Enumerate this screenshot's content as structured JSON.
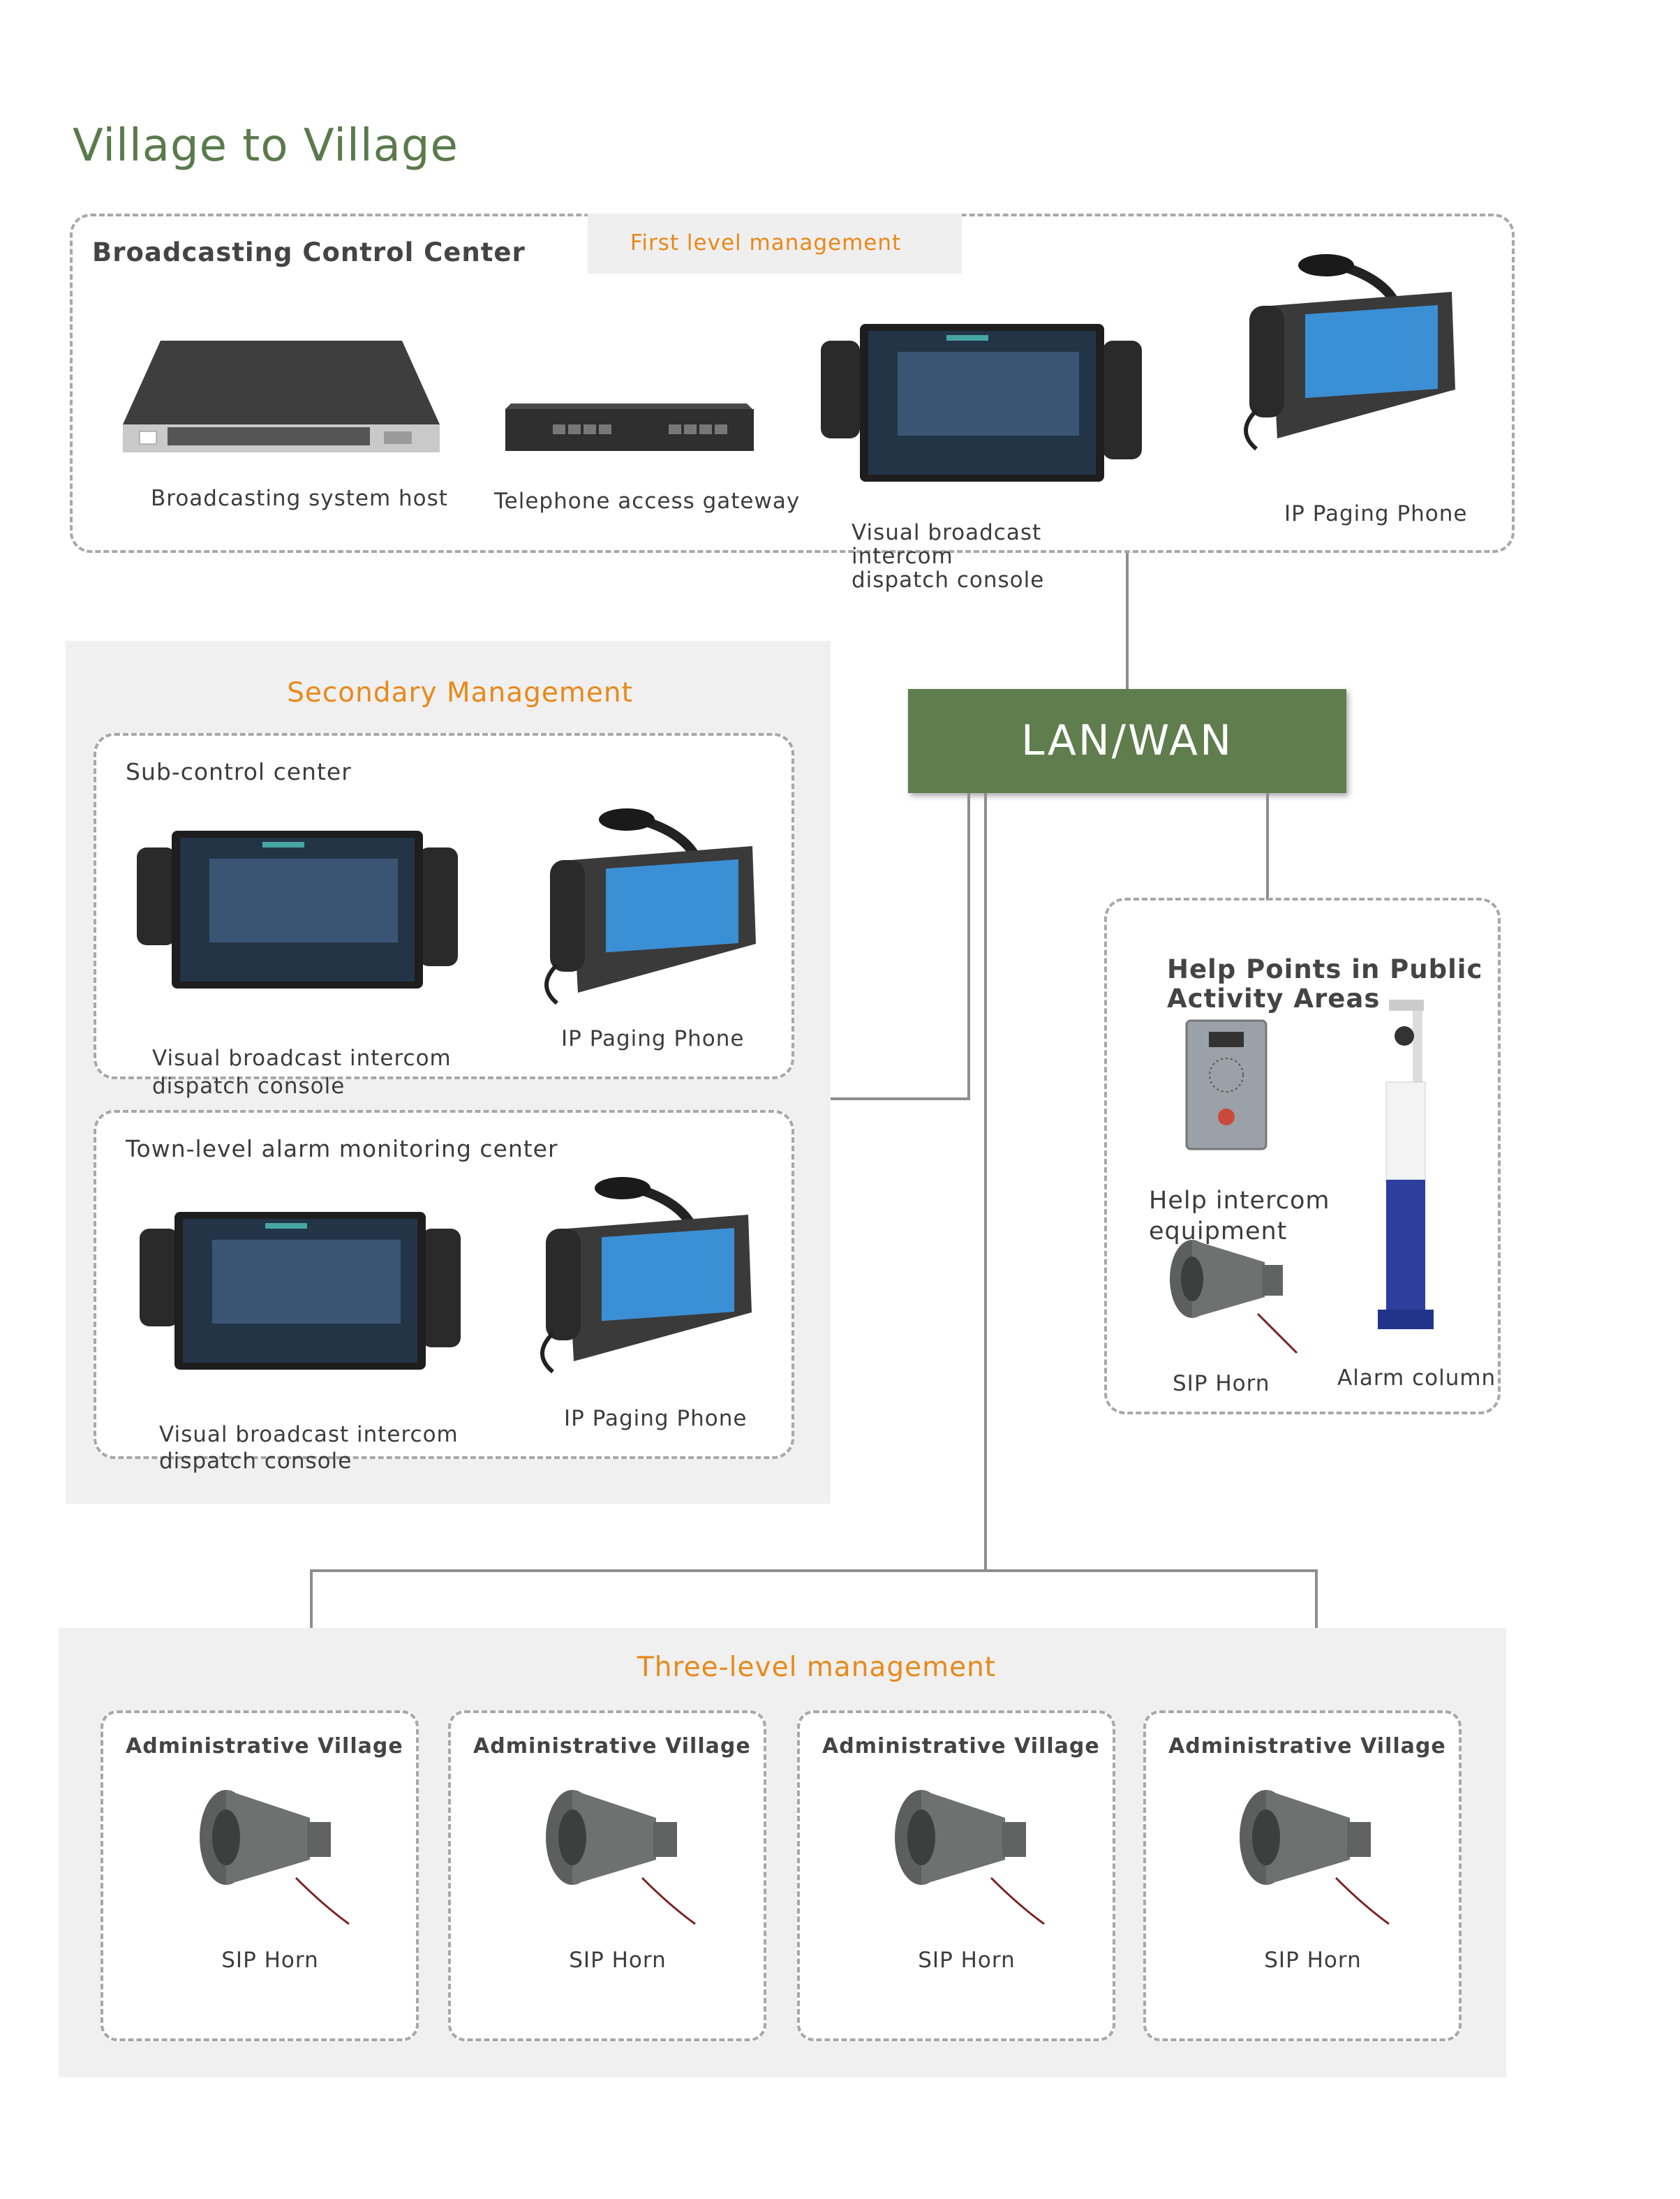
{
  "title": "Village to Village",
  "first_level": {
    "tag": "First level management",
    "center": "Broadcasting Control Center",
    "devices": [
      "Broadcasting system host",
      "Telephone access gateway",
      "Visual broadcast intercom\ndispatch console",
      "IP Paging Phone"
    ]
  },
  "network": {
    "label": "LAN/WAN"
  },
  "secondary": {
    "title": "Secondary Management",
    "sub_control": {
      "name": "Sub-control center",
      "devices": [
        "Visual broadcast intercom\ndispatch console",
        "IP Paging Phone"
      ]
    },
    "town_level": {
      "name": "Town-level alarm monitoring center",
      "devices": [
        "Visual broadcast intercom\ndispatch console",
        "IP Paging Phone"
      ]
    }
  },
  "help_points": {
    "title": "Help Points in Public\nActivity Areas",
    "devices": [
      "Help intercom\nequipment",
      "SIP Horn",
      "Alarm column"
    ]
  },
  "three_level": {
    "title": "Three-level management",
    "villages": [
      {
        "name": "Administrative Village",
        "device": "SIP Horn"
      },
      {
        "name": "Administrative Village",
        "device": "SIP Horn"
      },
      {
        "name": "Administrative Village",
        "device": "SIP Horn"
      },
      {
        "name": "Administrative Village",
        "device": "SIP Horn"
      }
    ]
  },
  "colors": {
    "title": "#5a7a4c",
    "lan": "#5f7d4d",
    "accent": "#e8891b",
    "panel": "#eff0ef"
  }
}
